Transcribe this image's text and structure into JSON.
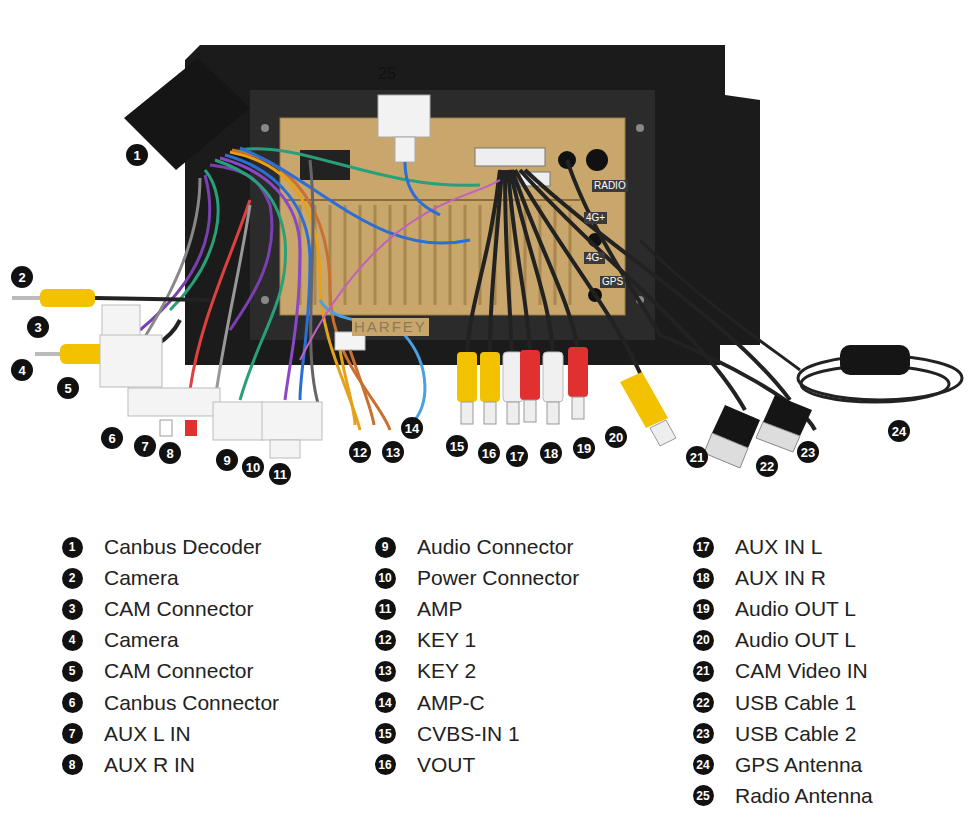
{
  "diagram": {
    "labels": [
      "25",
      "1",
      "2",
      "3",
      "4",
      "5",
      "6",
      "7",
      "8",
      "9",
      "10",
      "11",
      "12",
      "13",
      "14",
      "15",
      "16",
      "17",
      "18",
      "19",
      "20",
      "21",
      "22",
      "23",
      "24",
      "RADIO",
      "4G+",
      "4G-",
      "GPS",
      "HARFEY",
      "1",
      "Canbus Decoder",
      "2",
      "Camera",
      "3",
      "CAM Connector",
      "4",
      "Camera",
      "5",
      "CAM Connector",
      "6",
      "Canbus Connector",
      "7",
      "AUX L IN",
      "8",
      "AUX R IN",
      "9",
      "Audio Connector",
      "10",
      "Power Connector",
      "11",
      "AMP",
      "12",
      "KEY 1",
      "13",
      "KEY 2",
      "14",
      "AMP-C",
      "15",
      "CVBS-IN 1",
      "16",
      "VOUT",
      "17",
      "AUX IN L",
      "18",
      "AUX IN R",
      "19",
      "Audio OUT L",
      "20",
      "Audio OUT L",
      "21",
      "CAM Video IN",
      "22",
      "USB Cable 1",
      "23",
      "USB Cable 2",
      "24",
      "GPS Antenna",
      "25",
      "Radio Antenna"
    ]
  }
}
